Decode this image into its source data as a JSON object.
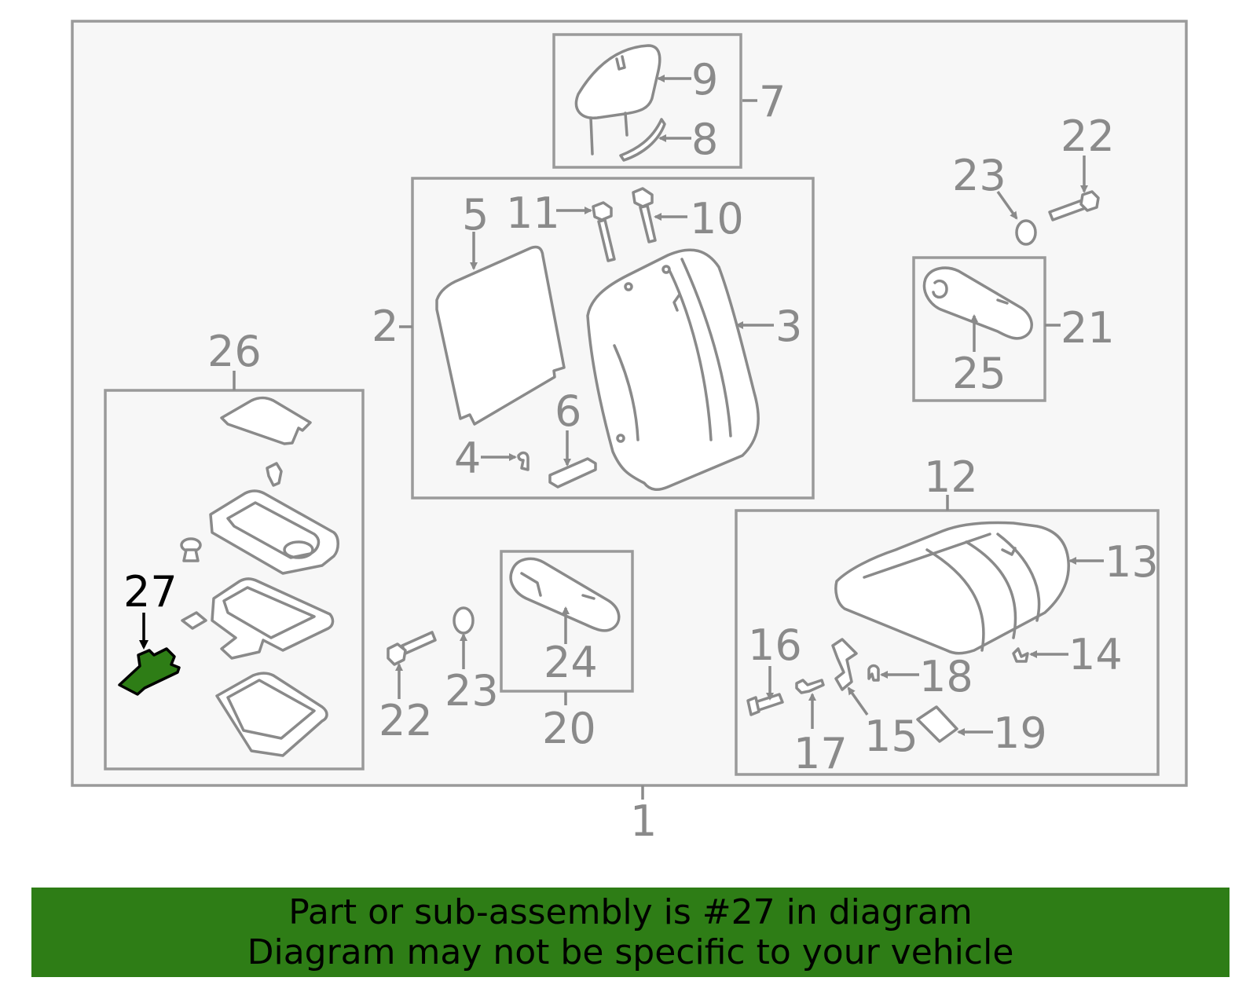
{
  "diagram": {
    "highlight_color": "#2e7d16",
    "callouts": {
      "c1": "1",
      "c2": "2",
      "c3": "3",
      "c4": "4",
      "c5": "5",
      "c6": "6",
      "c7": "7",
      "c8": "8",
      "c9": "9",
      "c10": "10",
      "c11": "11",
      "c12": "12",
      "c13": "13",
      "c14": "14",
      "c15": "15",
      "c16": "16",
      "c17": "17",
      "c18": "18",
      "c19": "19",
      "c20": "20",
      "c21": "21",
      "c22a": "22",
      "c22b": "22",
      "c23a": "23",
      "c23b": "23",
      "c24": "24",
      "c25": "25",
      "c26": "26",
      "c27": "27"
    }
  },
  "banner": {
    "line1": "Part or sub-assembly is #27 in diagram",
    "line2": "Diagram may not be specific to your vehicle",
    "background": "#2e7d16"
  }
}
